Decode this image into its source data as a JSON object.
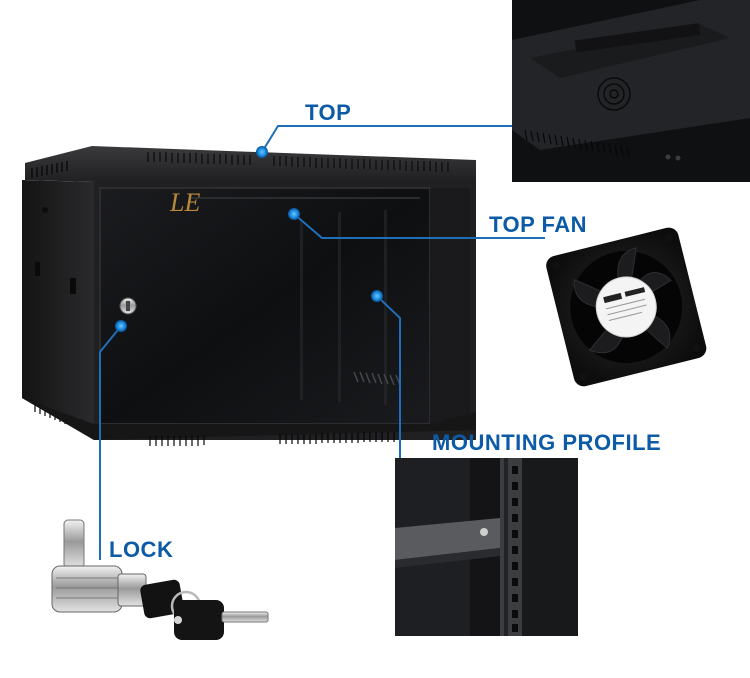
{
  "labels": {
    "top": "TOP",
    "top_fan": "TOP FAN",
    "mounting_profile": "MOUNTING PROFILE",
    "lock": "LOCK"
  },
  "brand": {
    "logo_text": "LE"
  },
  "colors": {
    "label": "#0d5aa7",
    "leader_line": "#1f6fb8",
    "dot": "#1a8fe0",
    "cabinet": "#1c1c1e",
    "glass": "#111214",
    "logo": "#b8893a"
  }
}
